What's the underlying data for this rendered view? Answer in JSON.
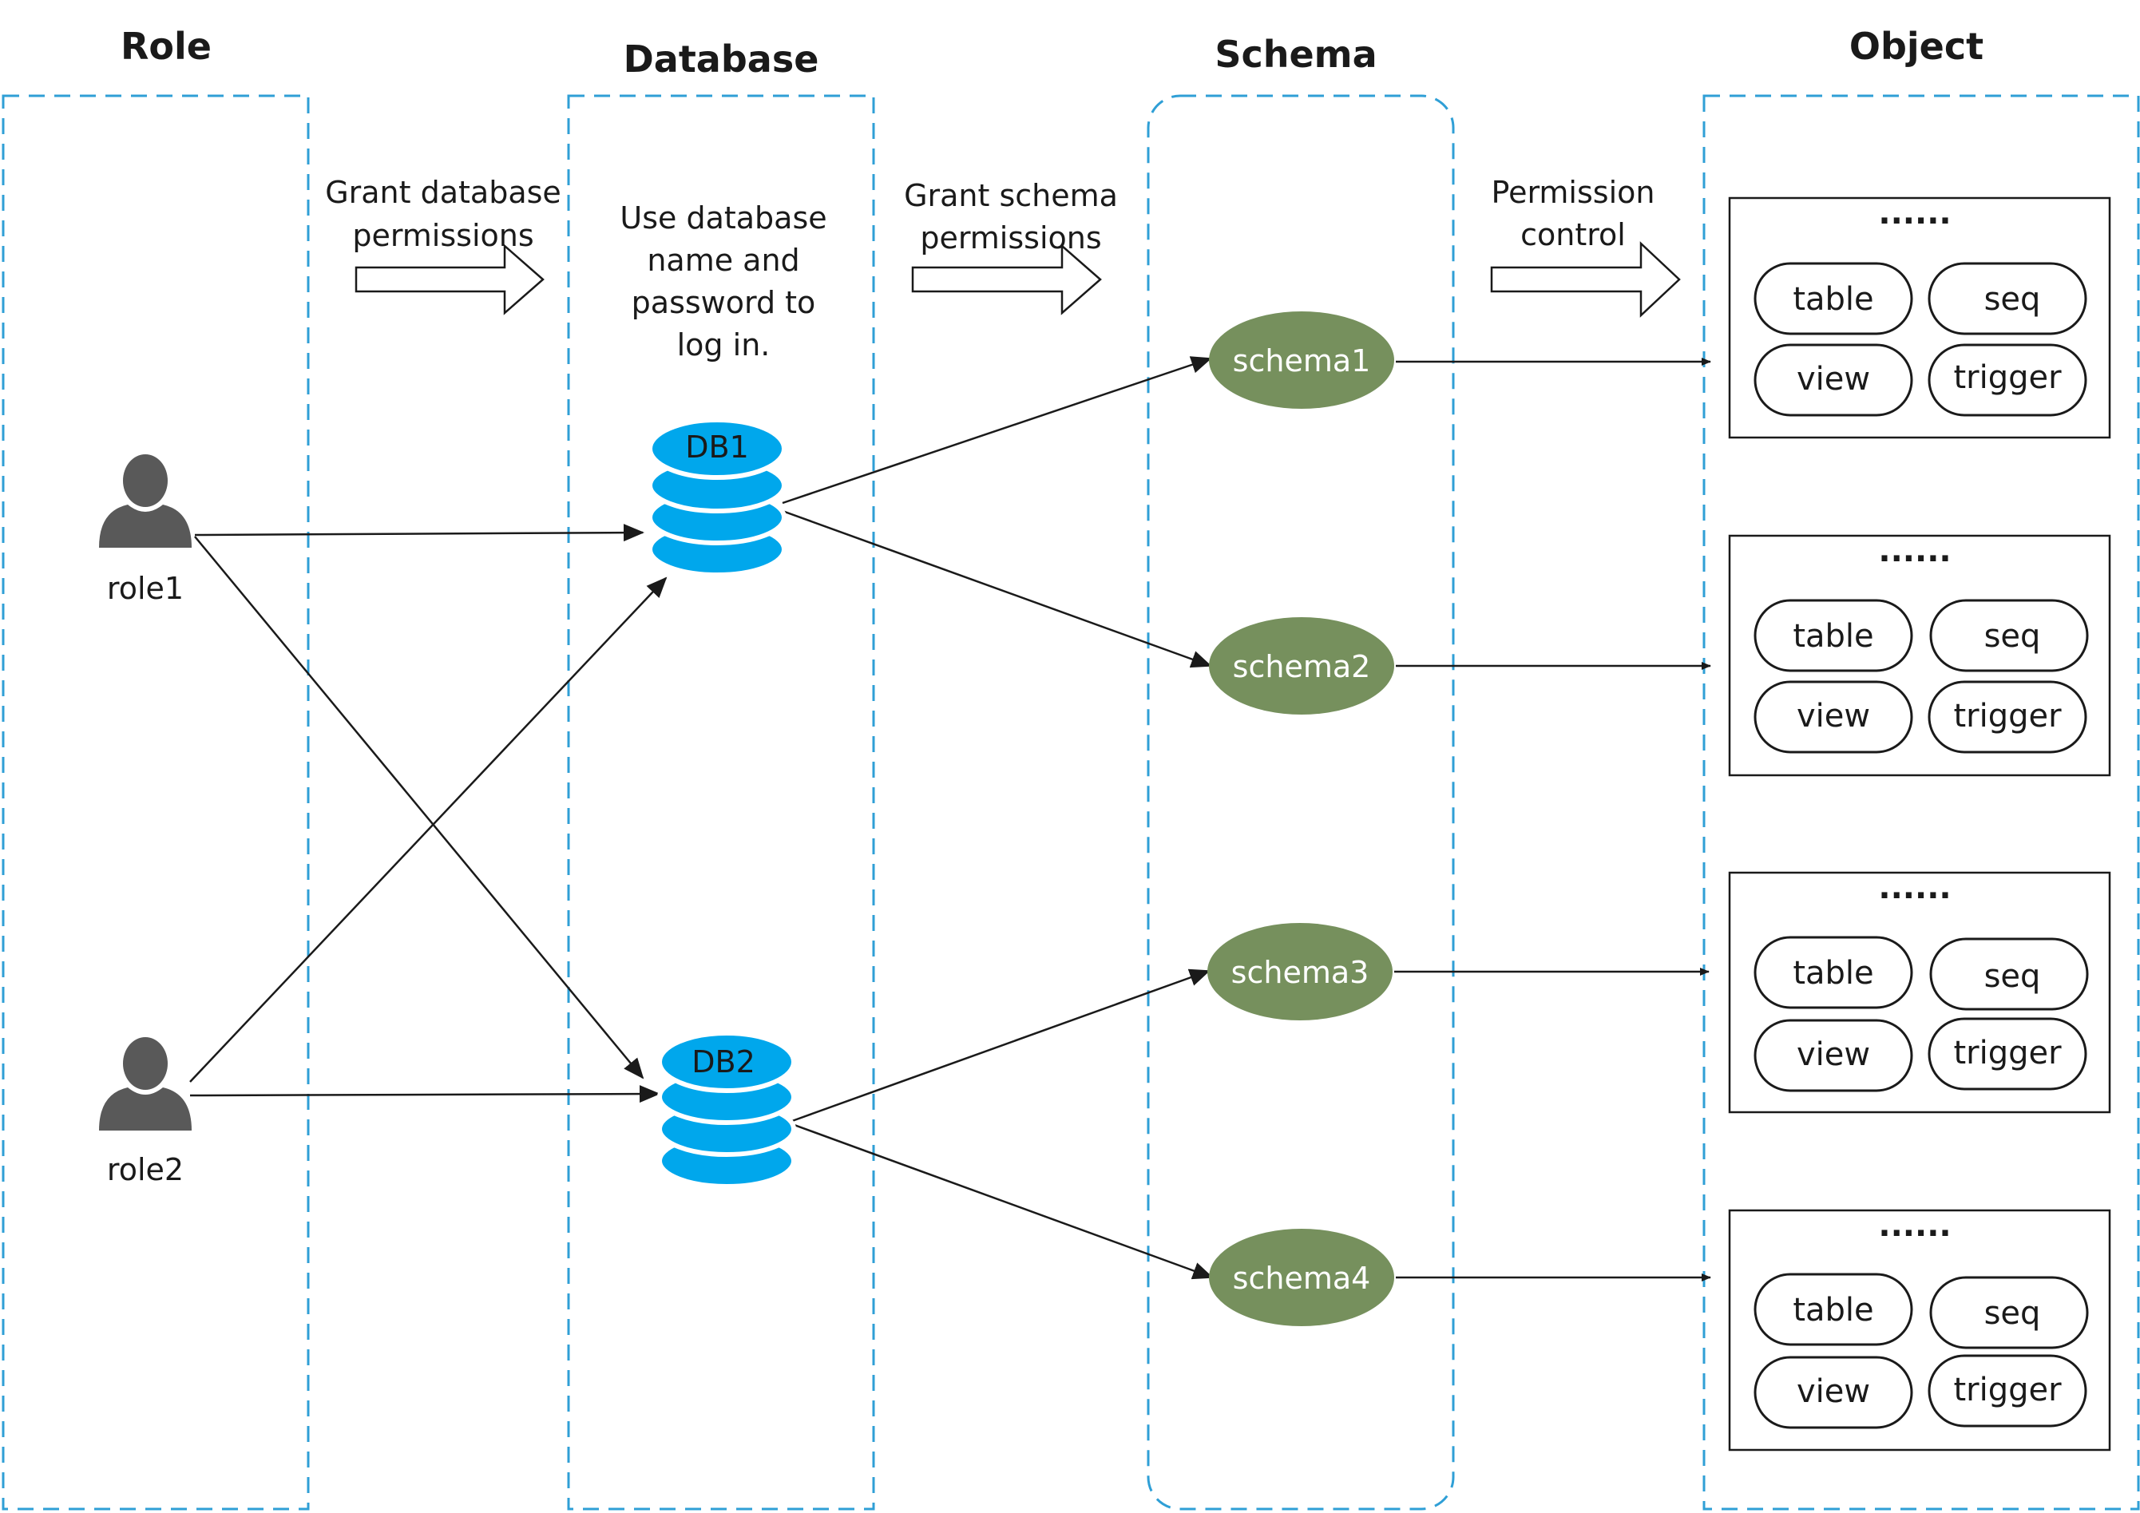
{
  "columns": {
    "role": "Role",
    "database": "Database",
    "schema": "Schema",
    "object": "Object"
  },
  "steps": {
    "grant_db": [
      "Grant database",
      "permissions"
    ],
    "login": [
      "Use database",
      "name and",
      "password to",
      "log in."
    ],
    "grant_schema": [
      "Grant schema",
      "permissions"
    ],
    "permission_control": [
      "Permission",
      "control"
    ]
  },
  "roles": [
    "role1",
    "role2"
  ],
  "databases": [
    "DB1",
    "DB2"
  ],
  "schemas": [
    "schema1",
    "schema2",
    "schema3",
    "schema4"
  ],
  "object_groups": [
    {
      "ellipsis": "......",
      "items": [
        "table",
        "seq",
        "view",
        "trigger"
      ]
    },
    {
      "ellipsis": "......",
      "items": [
        "table",
        "seq",
        "view",
        "trigger"
      ]
    },
    {
      "ellipsis": "......",
      "items": [
        "table",
        "seq",
        "view",
        "trigger"
      ]
    },
    {
      "ellipsis": "......",
      "items": [
        "table",
        "seq",
        "view",
        "trigger"
      ]
    }
  ],
  "colors": {
    "lane_border": "#2f9fd6",
    "db_fill": "#00a7ec",
    "schema_fill": "#76905d",
    "person_fill": "#595959",
    "line": "#1a1a1a"
  },
  "icons": {
    "role": "person-icon",
    "database": "database-icon",
    "arrow": "block-arrow-icon"
  }
}
